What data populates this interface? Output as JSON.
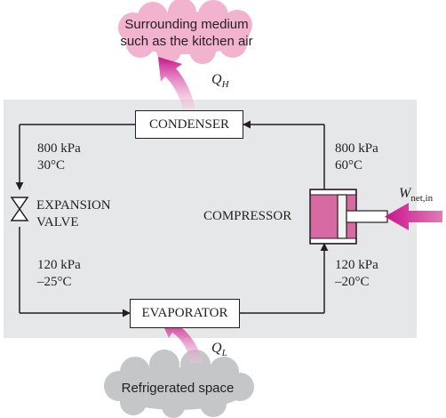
{
  "components": {
    "condenser": "CONDENSER",
    "evaporator": "EVAPORATOR",
    "compressor": "COMPRESSOR",
    "expansion_valve": [
      "EXPANSION",
      "VALVE"
    ]
  },
  "states": {
    "condenser_exit": [
      "800 kPa",
      "30°C"
    ],
    "compressor_exit": [
      "800 kPa",
      "60°C"
    ],
    "valve_exit": [
      "120 kPa",
      "–25°C"
    ],
    "compressor_inlet": [
      "120 kPa",
      "–20°C"
    ]
  },
  "heat": {
    "qh": {
      "symbol": "Q",
      "sub": "H"
    },
    "ql": {
      "symbol": "Q",
      "sub": "L"
    },
    "work": {
      "symbol": "W",
      "sub": "net,in"
    }
  },
  "surroundings": {
    "hot": [
      "Surrounding medium",
      "such as the kitchen air"
    ],
    "cold": "Refrigerated space"
  },
  "colors": {
    "system_bg": "#e6e7e8",
    "hot_cloud": "#f2b3cf",
    "cold_cloud": "#c5c6c8",
    "compressor_fill": "#d86aa3",
    "magenta_arrow": "#c8148c",
    "line": "#231f20"
  }
}
